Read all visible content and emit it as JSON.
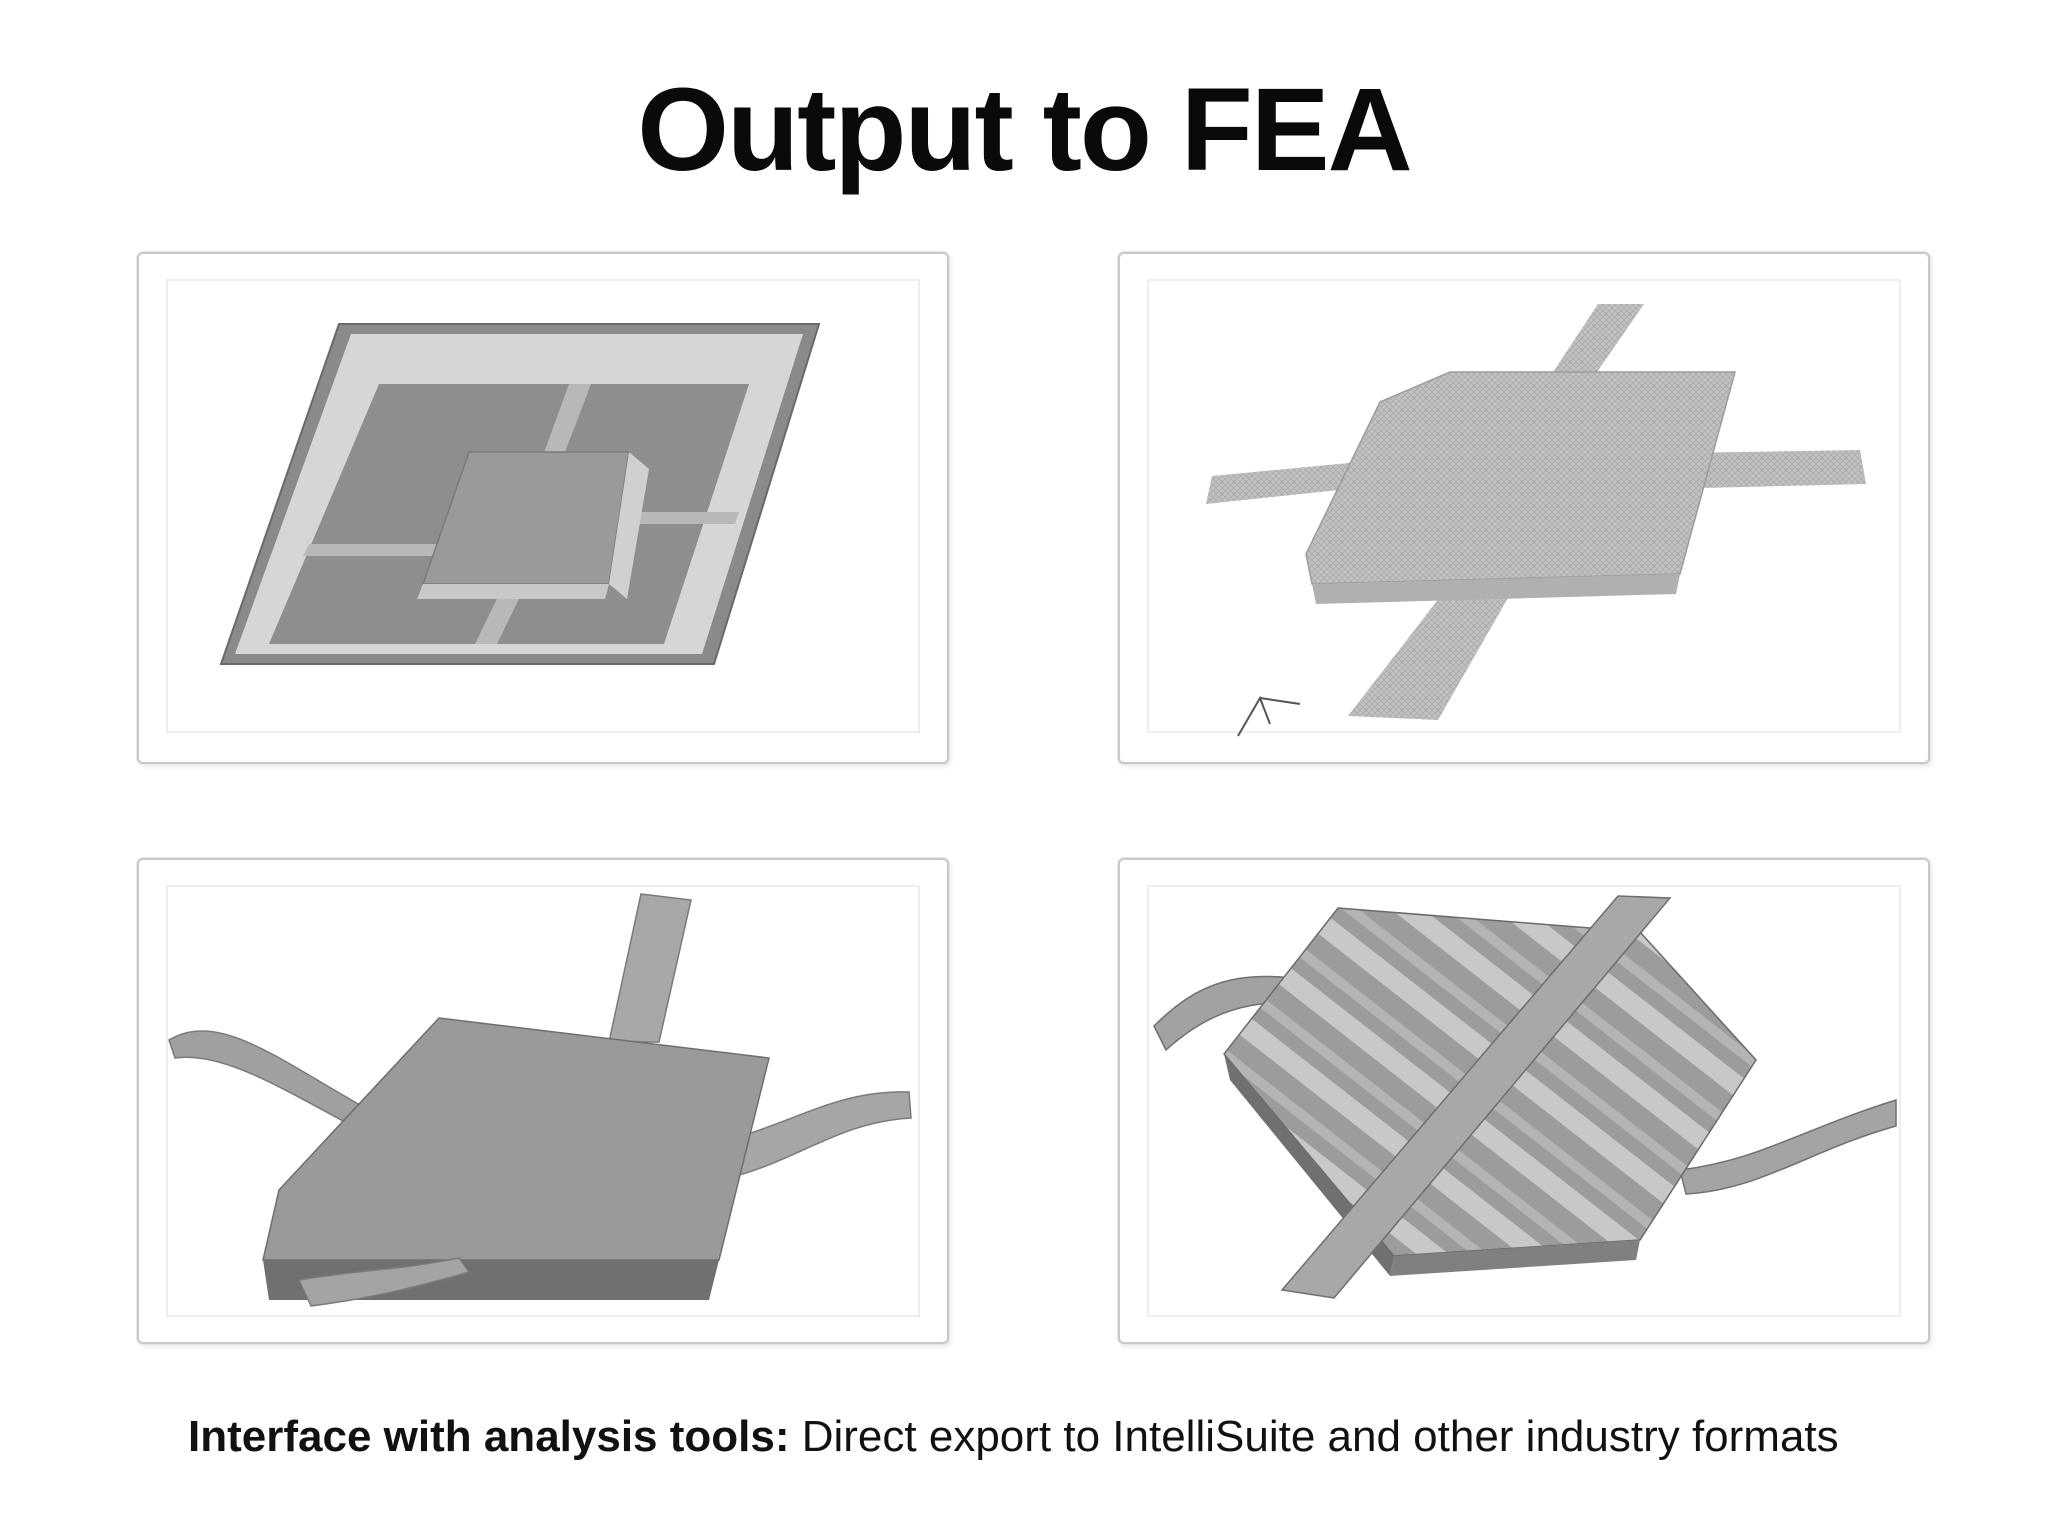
{
  "slide": {
    "title": "Output to FEA",
    "caption_bold": "Interface with analysis tools:",
    "caption_rest": " Direct export to IntelliSuite and other industry formats"
  },
  "panels": [
    {
      "name": "fea-model-etched-cavity-view",
      "icon": "fea-mesh-render"
    },
    {
      "name": "fea-model-mesh-plate-view",
      "icon": "fea-mesh-render"
    },
    {
      "name": "fea-model-deformed-plate-view",
      "icon": "fea-mesh-render"
    },
    {
      "name": "fea-model-striped-plate-view",
      "icon": "fea-mesh-render"
    }
  ],
  "colors": {
    "render_gray": "#8f8f8f",
    "light_gray": "#c4c4c4",
    "frame": "#c9c9c9"
  }
}
